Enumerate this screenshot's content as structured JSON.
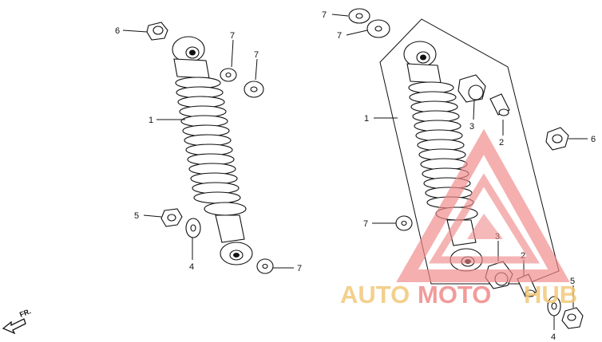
{
  "diagram": {
    "callouts": {
      "l_6": "6",
      "l_7a": "7",
      "l_7b": "7",
      "l_1": "1",
      "l_5": "5",
      "l_4": "4",
      "l_7c": "7",
      "r_7a": "7",
      "r_7b": "7",
      "r_1": "1",
      "r_3a": "3",
      "r_2a": "2",
      "r_6": "6",
      "r_7c": "7",
      "r_3b": "3",
      "r_2b": "2",
      "r_5": "5",
      "r_4": "4"
    },
    "direction_label": "FR.",
    "watermark": {
      "part1": "AUTO",
      "part2": "MOTO",
      "part3": "HUB",
      "color_primary": "#f08a8a",
      "color_secondary": "#f2c879"
    }
  }
}
